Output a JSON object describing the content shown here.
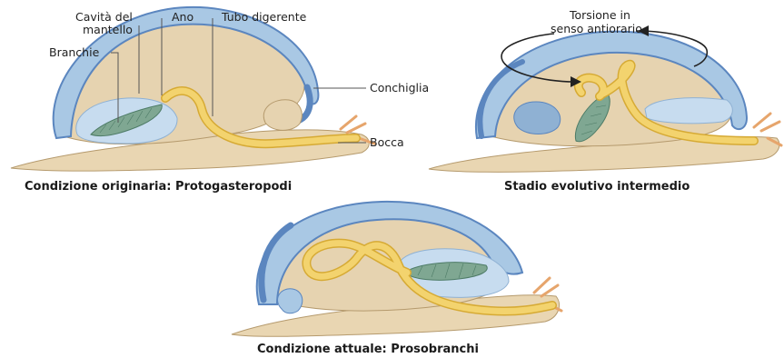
{
  "labels": {
    "cavita_line1": "Cavità del",
    "cavita_line2": "mantello",
    "ano": "Ano",
    "tubo": "Tubo digerente",
    "branchie": "Branchie",
    "conchiglia": "Conchiglia",
    "bocca": "Bocca",
    "torsione_line1": "Torsione in",
    "torsione_line2": "senso antiorario"
  },
  "captions": {
    "panel1": "Condizione originaria: Protogasteropodi",
    "panel2": "Stadio evolutivo intermedio",
    "panel3": "Condizione attuale: Prosobranchi"
  },
  "colors": {
    "shell_outer": "#a9c8e4",
    "shell_edge": "#5b86bf",
    "body": "#e6d3b0",
    "body_edge": "#b59a6d",
    "foot": "#e9d6b2",
    "gut": "#f3d36e",
    "gut_edge": "#d6aa34",
    "mantle": "#c7dcef",
    "gill": "#7fa792",
    "gill_edge": "#4d7b66",
    "tentacle": "#e6a56c",
    "leader": "#555555"
  }
}
